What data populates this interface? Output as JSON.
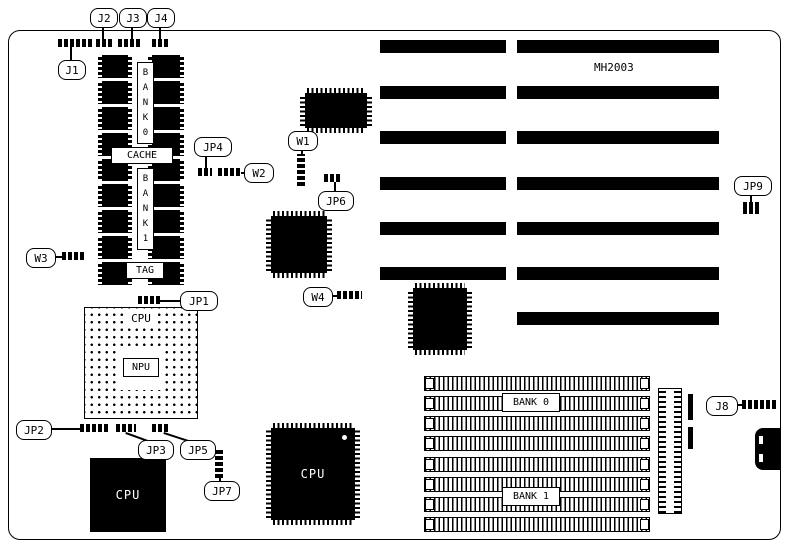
{
  "board": {
    "model": "MH2003",
    "connector_labels": {
      "j1": "J1",
      "j2": "J2",
      "j3": "J3",
      "j4": "J4",
      "j8": "J8",
      "jp1": "JP1",
      "jp2": "JP2",
      "jp3": "JP3",
      "jp4": "JP4",
      "jp5": "JP5",
      "jp6": "JP6",
      "jp7": "JP7",
      "jp9": "JP9",
      "w1": "W1",
      "w2": "W2",
      "w3": "W3",
      "w4": "W4"
    },
    "cache_area": {
      "bank0": "B\nA\nN\nK\n0",
      "cache": "CACHE",
      "bank1": "B\nA\nN\nK\n1",
      "tag": "TAG"
    },
    "cpu_socket": {
      "label": "CPU",
      "npu": "NPU"
    },
    "chips": {
      "cpu_bottom_left": "CPU",
      "cpu_bottom_mid": "CPU"
    },
    "simm": {
      "bank0": "BANK 0",
      "bank1": "BANK 1"
    }
  }
}
